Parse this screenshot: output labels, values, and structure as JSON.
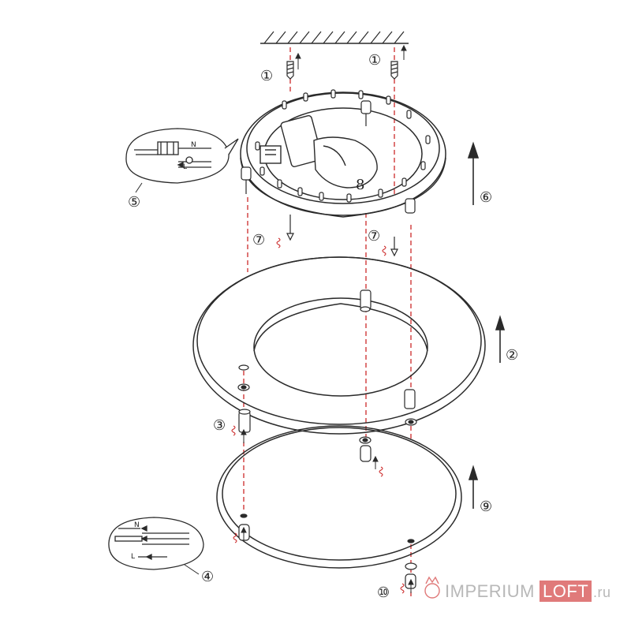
{
  "diagram": {
    "callouts": {
      "c1_left": "①",
      "c1_right": "①",
      "c2": "②",
      "c3": "③",
      "c4": "④",
      "c5": "⑤",
      "c6": "⑥",
      "c7_left": "⑦",
      "c7_right": "⑦",
      "c8": "8",
      "c9": "⑨",
      "c10": "⑩"
    },
    "wiring_top": {
      "n": "N",
      "l": "L"
    },
    "wiring_bottom": {
      "n": "N",
      "l": "L"
    }
  },
  "watermark": {
    "brand_a": "IMPERIUM",
    "brand_b": "LOFT",
    "suffix": ".ru"
  },
  "colors": {
    "line": "#2a2a2a",
    "dash": "#cc2a2a",
    "watermark_grey": "#b8b8b8",
    "watermark_red": "#e07a7a"
  }
}
